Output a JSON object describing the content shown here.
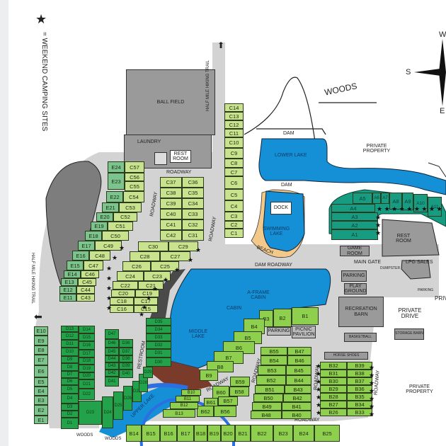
{
  "legend": {
    "star_symbol": "★",
    "text": "= WEEKEND CAMPING SITES"
  },
  "compass": {
    "west": "W",
    "south": "S",
    "east": "E"
  },
  "features": {
    "ball_field": "BALL FIELD",
    "laundry": "LAUNDRY",
    "rest_room": "REST ROOM",
    "roadway": "ROADWAY",
    "half_mile_trail": "HALF MILE HIKING TRAIL",
    "woods": "WOODS",
    "dam": "DAM",
    "lower_lake": "LOWER LAKE",
    "dock": "DOCK",
    "swimming_lake": "SWIMMING LAKE",
    "beach": "BEACH",
    "dam_roadway": "DAM ROADWAY",
    "private_property": "PRIVATE PROPERTY",
    "private_abbr": "PRIV",
    "game_room": "GAME ROOM",
    "main_gate": "MAIN GATE",
    "dumpster": "DUMPSTER",
    "lpg_sales": "LPG SALES",
    "parking": "PARKING",
    "play_ground": "PLAY GROUND",
    "recreation_barn": "RECREATION BARN",
    "private_drive": "PRIVATE DRIVE",
    "basketball": "BASKETBALL",
    "storage_barn": "STORAGE BARN",
    "horse_shoes": "HORSE SHOES",
    "middle_lake": "MIDDLE LAKE",
    "a_frame_cabin": "A-FRAME CABIN",
    "cabin": "CABIN",
    "picnic_pavilion": "PICNIC PAVILION",
    "upper_lake": "UPPER LAKE",
    "restroom": "RESTROOM"
  },
  "colors": {
    "lake": "#1590d6",
    "road": "#d3d3d3",
    "building": "#9a9a9a",
    "c_sites": "#c9e28e",
    "e_sites": "#7cc48e",
    "d_sites": "#22a24a",
    "b_sites": "#8fcf4e",
    "a_sites": "#179c82",
    "beach": "#f2c98a",
    "dirt": "#7a3b2b"
  },
  "sites": {
    "c_column": [
      "C14",
      "C13",
      "C12",
      "C11",
      "C10",
      "C9",
      "C8",
      "C7",
      "C6",
      "C5",
      "C4",
      "C3",
      "C2",
      "C1"
    ],
    "c_block_right": [
      "C36",
      "C35",
      "C34",
      "C33",
      "C32",
      "C31"
    ],
    "c_block_left": [
      "C37",
      "C38",
      "C39",
      "C40",
      "C41",
      "C42"
    ],
    "c_curve": [
      "C30",
      "C29",
      "C28",
      "C27",
      "C26",
      "C25",
      "C24",
      "C23",
      "C22",
      "C21",
      "C20",
      "C19",
      "C18",
      "C17",
      "C16",
      "C15"
    ],
    "c_outer": [
      "C57",
      "C56",
      "C55",
      "C54",
      "C53",
      "C52",
      "C51",
      "C50",
      "C49",
      "C48",
      "C47",
      "C46",
      "C45",
      "C44",
      "C43"
    ],
    "e_upper": [
      "E24",
      "E23",
      "E22",
      "E21",
      "E20",
      "E19",
      "E18",
      "E17",
      "E16",
      "E15",
      "E14",
      "E13",
      "E12",
      "E11"
    ],
    "e_lower": [
      "E10",
      "E9",
      "E8",
      "E7",
      "E6",
      "E5",
      "E4",
      "E3",
      "E2",
      "E1"
    ],
    "d_left": [
      "D13",
      "D12",
      "D11",
      "D10",
      "D9",
      "D8",
      "D7",
      "D6",
      "D5",
      "D4",
      "D3",
      "D2",
      "D1"
    ],
    "d_right": [
      "D14",
      "D15",
      "D16",
      "D17",
      "D18",
      "D19",
      "D20",
      "D21",
      "D22"
    ],
    "d_misc": [
      "D23",
      "D24",
      "D25",
      "D26",
      "D27",
      "D28",
      "D29"
    ],
    "d_center_left": [
      "D47",
      "D46",
      "D45",
      "D44",
      "D43",
      "D42",
      "D41"
    ],
    "d_center_right": [
      "D36",
      "D37",
      "D38",
      "D39",
      "D40"
    ],
    "d_lake": [
      "D35",
      "D34",
      "D33",
      "D32",
      "D31",
      "D30"
    ],
    "a_sites": [
      "A1",
      "A2",
      "A3",
      "A4",
      "A5",
      "A6",
      "A7",
      "A8",
      "A9",
      "A10",
      "A11"
    ],
    "b_top": [
      "B3",
      "B2",
      "B1"
    ],
    "b_shore": [
      "B4",
      "B5",
      "B6",
      "B7",
      "B8",
      "B9"
    ],
    "b_mid_left": [
      "B55",
      "B54",
      "B53",
      "B52",
      "B51",
      "B50",
      "B49",
      "B48"
    ],
    "b_mid_right": [
      "B47",
      "B46",
      "B45",
      "B44",
      "B43",
      "B42",
      "B41",
      "B40"
    ],
    "b_small": [
      "B59",
      "B58",
      "B57",
      "B56",
      "B60",
      "B61",
      "B62"
    ],
    "b_lake": [
      "B10",
      "B11",
      "B12",
      "B13"
    ],
    "b_east_left": [
      "B32",
      "B31",
      "B30",
      "B29",
      "B28",
      "B27",
      "B26"
    ],
    "b_east_right": [
      "B39",
      "B38",
      "B37",
      "B36",
      "B35",
      "B34",
      "B33"
    ],
    "b_bottom": [
      "B14",
      "B15",
      "B16",
      "B17",
      "B18",
      "B19",
      "B20",
      "B21",
      "B22",
      "B23",
      "B24",
      "B25"
    ]
  }
}
